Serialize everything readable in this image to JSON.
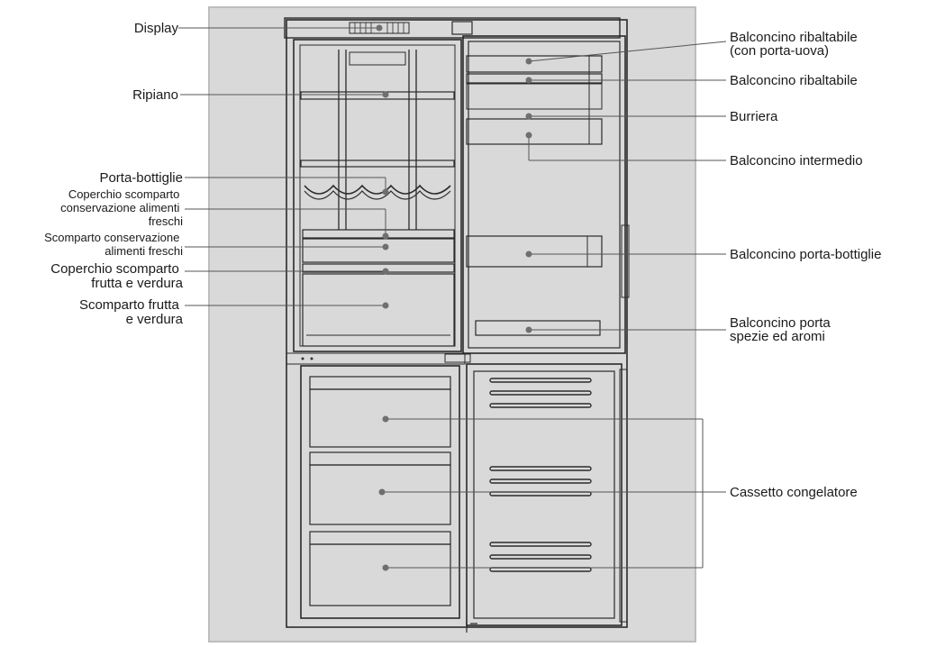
{
  "labels": {
    "display": "Display",
    "ripiano": "Ripiano",
    "porta_bottiglie": "Porta-bottiglie",
    "coperchio_fresh": [
      "Coperchio scomparto",
      "conservazione alimenti",
      "freschi"
    ],
    "scomparto_fresh": [
      "Scomparto  conservazione",
      "alimenti  freschi"
    ],
    "coperchio_frutta": [
      "Coperchio scomparto",
      "frutta e verdura"
    ],
    "scomparto_frutta": [
      "Scomparto frutta",
      "e verdura"
    ],
    "balc_ribalt_uova": [
      "Balconcino ribaltabile",
      "(con  porta-uova)"
    ],
    "balc_ribalt": "Balconcino ribaltabile",
    "burriera": "Burriera",
    "balc_intermedio": "Balconcino intermedio",
    "balc_bottiglie": "Balconcino porta-bottiglie",
    "balc_spezie": [
      "Balconcino porta",
      "spezie ed aromi"
    ],
    "cassetto": "Cassetto congelatore"
  }
}
